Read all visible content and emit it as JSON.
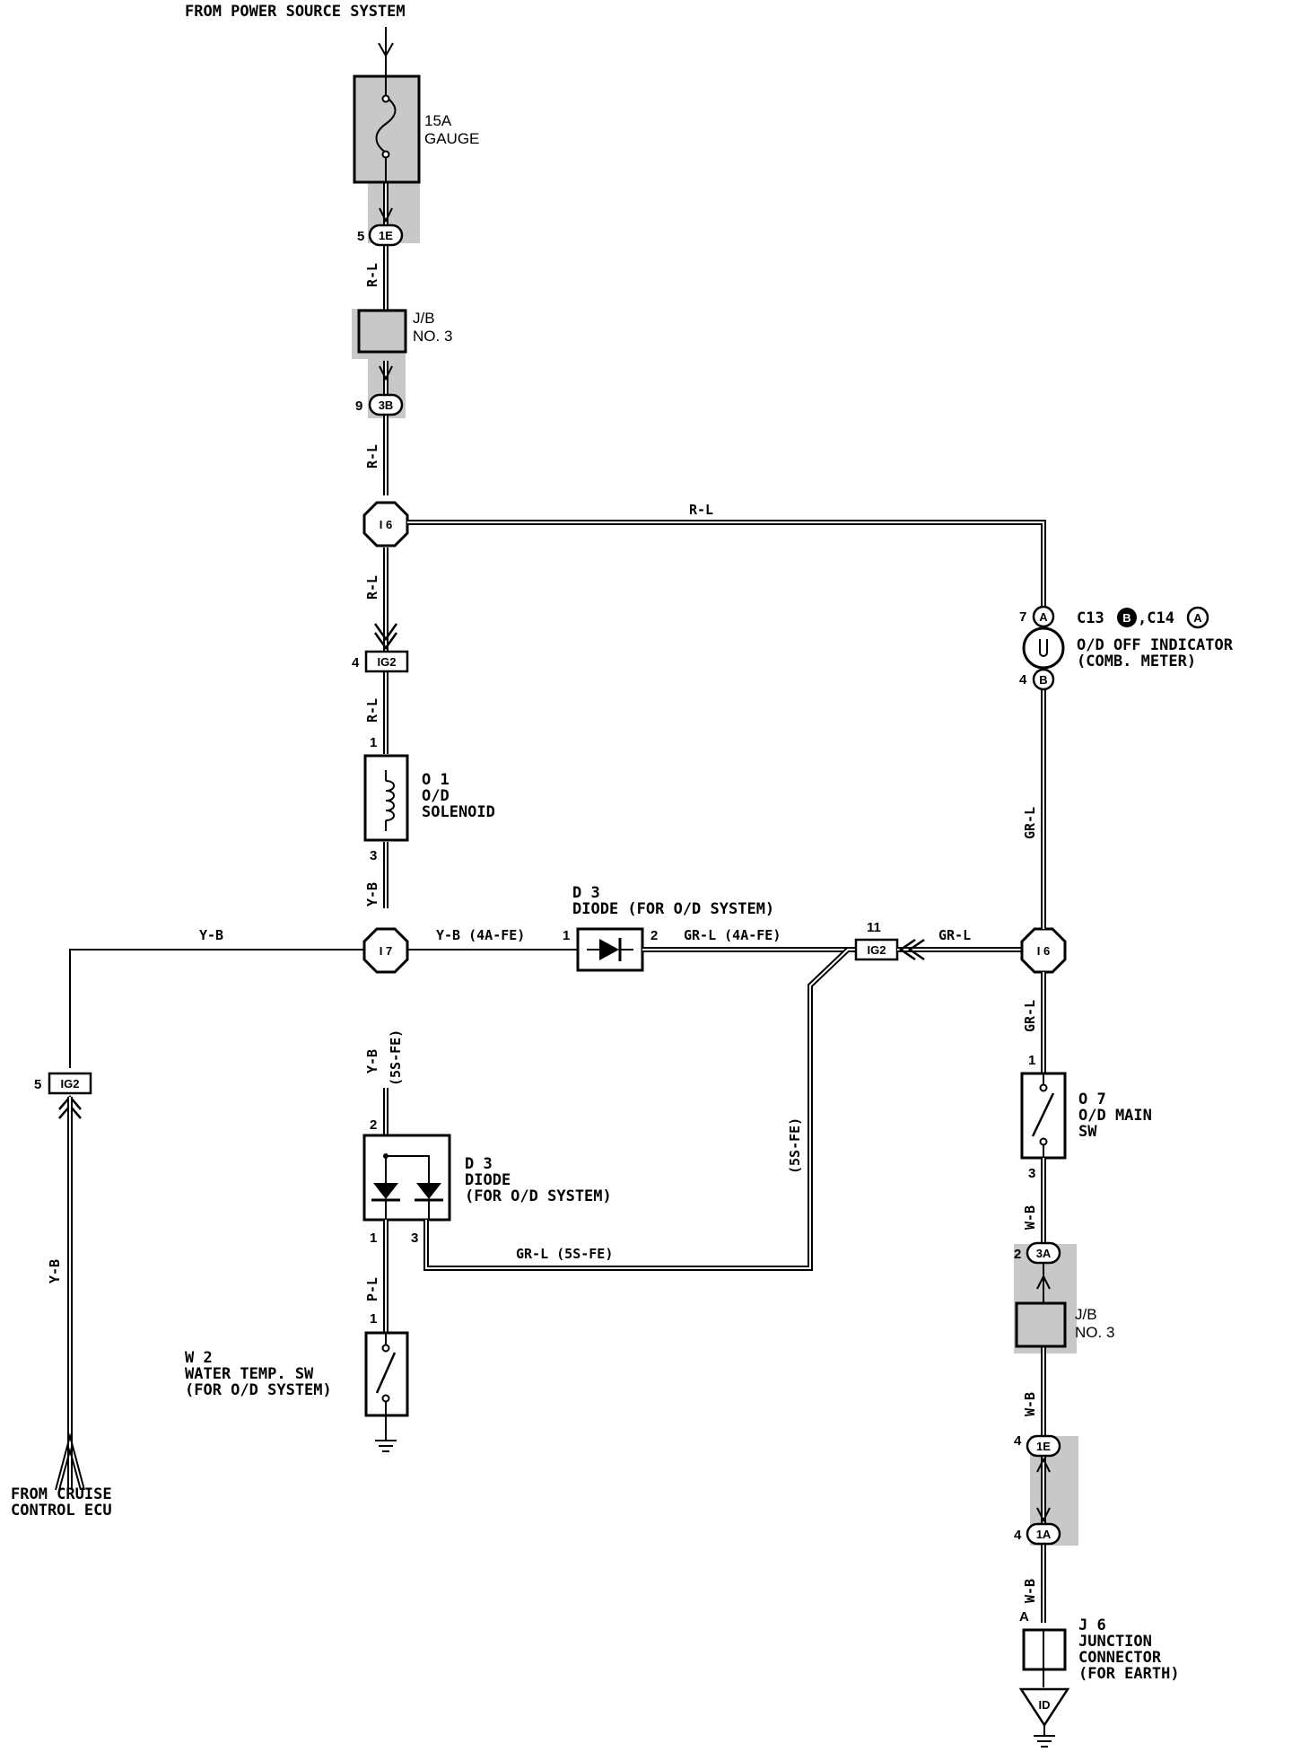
{
  "labels": {
    "power_source": "FROM POWER SOURCE SYSTEM",
    "fuse_rating": "15A",
    "fuse_name": "GAUGE",
    "jb_top_1": "J/B",
    "jb_top_2": "NO. 3",
    "jb_bottom_1": "J/B",
    "jb_bottom_2": "NO. 3",
    "indicator_conn": "C13",
    "indicator_conn_b": "B",
    "indicator_conn_sep": ",C14",
    "indicator_conn_a": "A",
    "indicator_1": "O/D OFF INDICATOR",
    "indicator_2": "(COMB. METER)",
    "solenoid_id": "O 1",
    "solenoid_1": "O/D",
    "solenoid_2": "SOLENOID",
    "diode_top_id": "D 3",
    "diode_top_name": "DIODE (FOR O/D SYSTEM)",
    "diode_bottom_id": "D 3",
    "diode_bottom_1": "DIODE",
    "diode_bottom_2": "(FOR O/D SYSTEM)",
    "main_sw_id": "O 7",
    "main_sw_1": "O/D MAIN",
    "main_sw_2": "SW",
    "water_id": "W 2",
    "water_1": "WATER TEMP. SW",
    "water_2": "(FOR O/D SYSTEM)",
    "junction_id": "J 6",
    "junction_1": "JUNCTION",
    "junction_2": "CONNECTOR",
    "junction_3": "(FOR EARTH)",
    "cruise_1": "FROM CRUISE",
    "cruise_2": "CONTROL ECU"
  },
  "connectors": {
    "c_1e_top": "1E",
    "c_3b": "3B",
    "c_i6_top": "I 6",
    "c_ig2_top": "IG2",
    "c_i7": "I 7",
    "c_ig2_mid": "IG2",
    "c_i6_mid": "I 6",
    "c_ig2_left": "IG2",
    "c_3a": "3A",
    "c_1e_bottom": "1E",
    "c_1a": "1A",
    "c_a_top": "A",
    "c_b_bottom": "B",
    "c_id": "ID"
  },
  "pins": {
    "p_1e_top": "5",
    "p_3b": "9",
    "p_ig2_top": "4",
    "p_sol_1": "1",
    "p_sol_3": "3",
    "p_ind_7": "7",
    "p_ind_4": "4",
    "p_diode_1": "1",
    "p_diode_2": "2",
    "p_ig2_mid": "11",
    "p_ig2_left": "5",
    "p_d3_2": "2",
    "p_d3_1": "1",
    "p_d3_3": "3",
    "p_w2_1": "1",
    "p_sw_1": "1",
    "p_sw_3": "3",
    "p_3a": "2",
    "p_1e_bottom": "4",
    "p_1a": "4",
    "p_j6": "A"
  },
  "wires": {
    "w_rl_1": "R-L",
    "w_rl_2": "R-L",
    "w_rl_3": "R-L",
    "w_rl_4": "R-L",
    "w_rl_top": "R-L",
    "w_yb_1": "Y-B",
    "w_yb_2": "Y-B",
    "w_yb_left": "Y-B",
    "w_yb_4a": "Y-B (4A-FE)",
    "w_grl_4a": "GR-L (4A-FE)",
    "w_grl_mid": "GR-L",
    "w_grl_1": "GR-L",
    "w_grl_2": "GR-L",
    "w_5s_1": "(5S-FE)",
    "w_5s_2": "(5S-FE)",
    "w_grl_5s": "GR-L (5S-FE)",
    "w_pl": "P-L",
    "w_wb_1": "W-B",
    "w_wb_2": "W-B",
    "w_wb_3": "W-B",
    "w_yb_cruise": "Y-B"
  }
}
